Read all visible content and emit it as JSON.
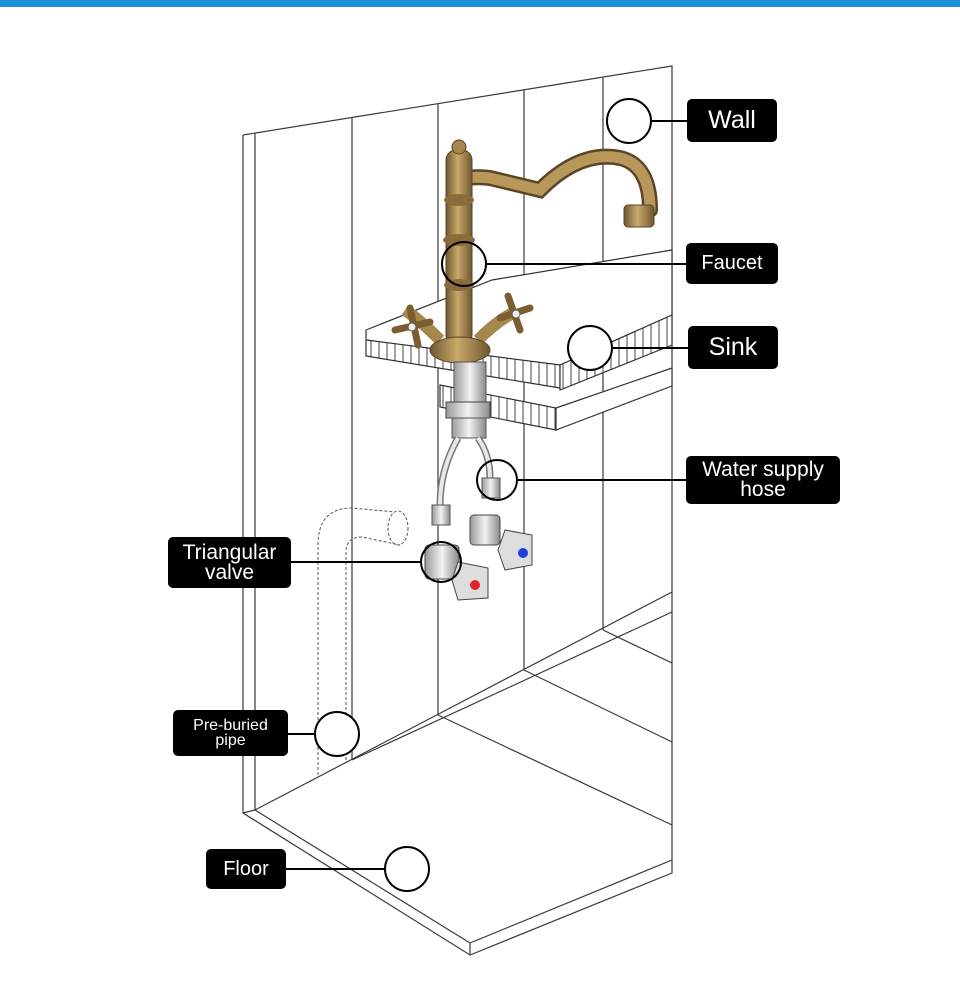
{
  "colors": {
    "top_bar": "#1a90d9",
    "line": "#3a3a3a",
    "brass": "#a8874e",
    "brass_dark": "#6e5630",
    "hot": "#e0262b",
    "cold": "#1f3fd8"
  },
  "labels": {
    "wall": "Wall",
    "faucet": "Faucet",
    "sink": "Sink",
    "hose_line1": "Water supply",
    "hose_line2": "hose",
    "valve_line1": "Triangular",
    "valve_line2": "valve",
    "pipe_line1": "Pre-buried",
    "pipe_line2": "pipe",
    "floor": "Floor"
  }
}
